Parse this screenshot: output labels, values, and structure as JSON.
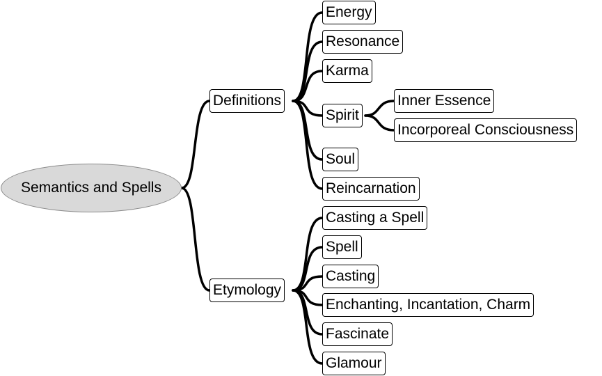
{
  "mindmap": {
    "root": "Semantics and Spells",
    "definitions": {
      "label": "Definitions",
      "children": [
        "Energy",
        "Resonance",
        "Karma",
        "Spirit",
        "Soul",
        "Reincarnation"
      ],
      "spirit_children": [
        "Inner Essence",
        "Incorporeal Consciousness"
      ]
    },
    "etymology": {
      "label": "Etymology",
      "children": [
        "Casting a Spell",
        "Spell",
        "Casting",
        "Enchanting, Incantation, Charm",
        "Fascinate",
        "Glamour"
      ]
    }
  },
  "colors": {
    "root_fill": "#d9d9d9",
    "line": "#000000",
    "node_fill": "#ffffff"
  }
}
